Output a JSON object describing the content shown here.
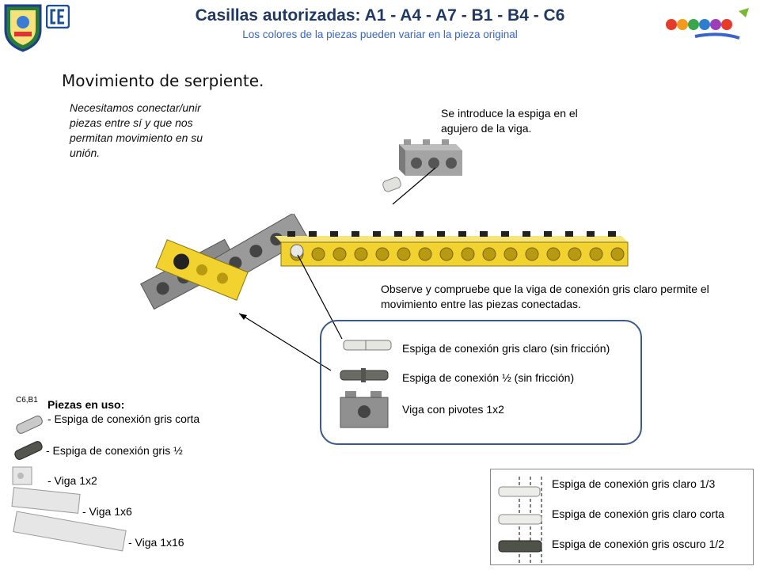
{
  "header": {
    "title": "Casillas autorizadas: A1 - A4 - A7 - B1 - B4 - C6",
    "subtitle": "Los colores de la piezas pueden variar en la pieza original"
  },
  "heading": "Movimiento de serpiente.",
  "intro_text": "Necesitamos conectar/unir piezas entre sí y que nos permitan movimiento en su unión.",
  "insert_note": "Se introduce la espiga en el agujero de la viga.",
  "observe_note": "Observe y compruebe  que la  viga de conexión gris claro permite el movimiento  entre las piezas conectadas.",
  "legend": {
    "items": [
      {
        "label": "Espiga de conexión gris claro (sin fricción)"
      },
      {
        "label": "Espiga de conexión ½ (sin fricción)"
      },
      {
        "label": "Viga con pivotes 1x2"
      }
    ]
  },
  "pieces": {
    "code": "C6,B1",
    "title": "Piezas en uso:",
    "items": [
      {
        "label": "- Espiga de conexión gris corta"
      },
      {
        "label": "- Espiga de conexión gris ½"
      },
      {
        "label": "- Viga 1x2"
      },
      {
        "label": "- Viga 1x6"
      },
      {
        "label": "- Viga 1x16"
      }
    ]
  },
  "reference": {
    "items": [
      {
        "label": "Espiga de conexión gris claro 1/3"
      },
      {
        "label": "Espiga de conexión gris claro corta"
      },
      {
        "label": "Espiga de conexión gris oscuro 1/2"
      }
    ]
  },
  "colors": {
    "title": "#1f3864",
    "subtitle": "#3a64c8",
    "beam_yellow": "#f2d22e",
    "beam_grey": "#8a8a8a",
    "legend_border": "#3a5a8c"
  },
  "icons": {
    "left_logo": "school-crest-icon",
    "brand_logo": "robotica-educativa-logo-icon"
  }
}
